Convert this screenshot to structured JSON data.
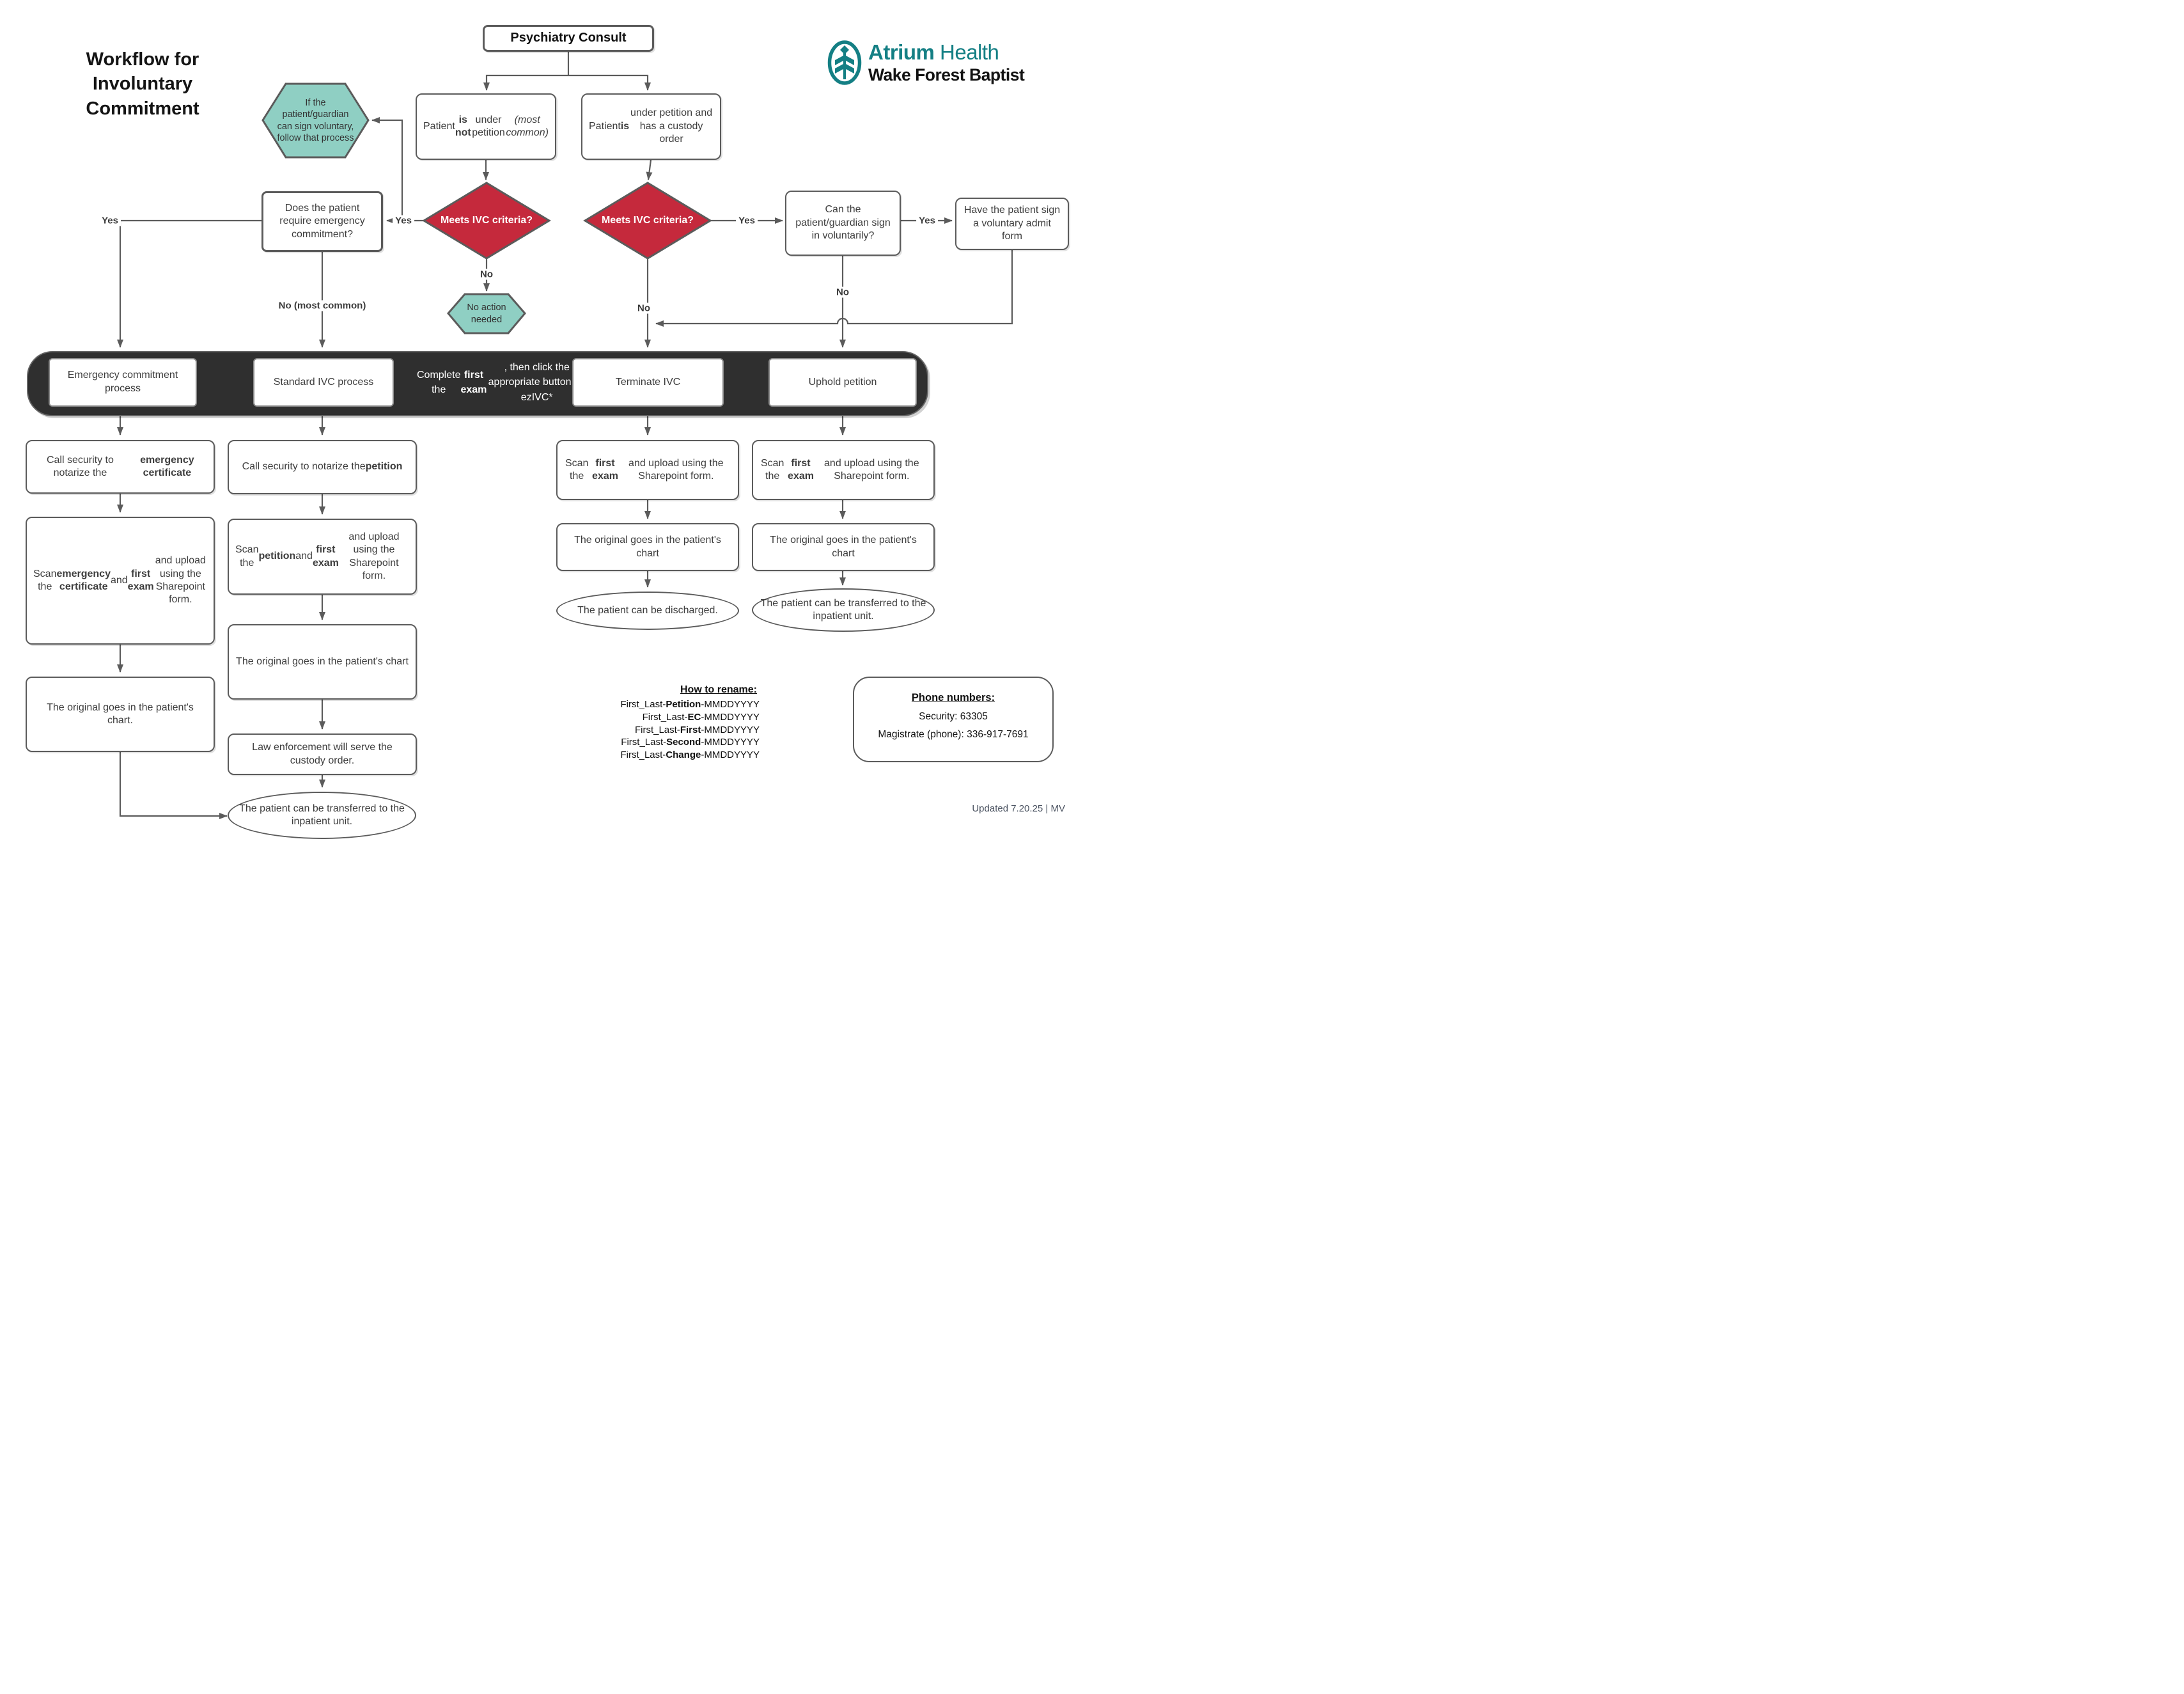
{
  "colors": {
    "red": "#C5293C",
    "teal_fill": "#8FCFC3",
    "band": "#2F2F2F",
    "line": "#5B5B5B",
    "brand_teal": "#147F84"
  },
  "header": {
    "title_lines": "Workflow for\nInvoluntary\nCommitment",
    "logo": {
      "brand_bold": "Atrium",
      "brand_light": "Health",
      "subbrand": "Wake Forest Baptist"
    }
  },
  "top": {
    "consult": "Psychiatry Consult",
    "not_under_rich": [
      {
        "t": "Patient "
      },
      {
        "t": "is not",
        "b": true
      },
      {
        "t": " under petition\n"
      },
      {
        "t": "(most common)",
        "i": true
      }
    ],
    "under_rich": [
      {
        "t": "Patient "
      },
      {
        "t": "is",
        "b": true
      },
      {
        "t": " under petition and has a custody order"
      }
    ]
  },
  "notes": {
    "hex_voluntary": "If the patient/guardian can sign voluntary, follow that process",
    "hex_no_action": "No action needed"
  },
  "decisions": {
    "meets_ivc_1": "Meets IVC criteria?",
    "meets_ivc_2": "Meets IVC criteria?",
    "require_ec": "Does the patient require emergency commitment?",
    "can_sign": "Can the patient/guardian sign in voluntarily?",
    "have_sign": "Have the patient sign a voluntary admit form"
  },
  "edge_labels": {
    "yes_left": "Yes",
    "yes_mid": "Yes",
    "yes_d2": "Yes",
    "yes_sign": "Yes",
    "no_d1": "No",
    "no_most": "No (most common)",
    "no_d2": "No",
    "no_sign": "No"
  },
  "band": {
    "emergency": "Emergency commitment process",
    "standard": "Standard IVC process",
    "complete_rich": [
      {
        "t": "Complete the "
      },
      {
        "t": "first exam",
        "b": true
      },
      {
        "t": ", then click the appropriate button on ezIVC*"
      }
    ],
    "terminate": "Terminate IVC",
    "uphold": "Uphold petition"
  },
  "col1": {
    "b1_rich": [
      {
        "t": "Call security to notarize the "
      },
      {
        "t": "emergency certificate",
        "b": true
      }
    ],
    "b2_rich": [
      {
        "t": "Scan the "
      },
      {
        "t": "emergency certificate",
        "b": true
      },
      {
        "t": " and "
      },
      {
        "t": "first exam",
        "b": true
      },
      {
        "t": " and upload using the Sharepoint form."
      }
    ],
    "b3": "The original goes in the patient's chart."
  },
  "col2": {
    "b1_rich": [
      {
        "t": "Call security to notarize the "
      },
      {
        "t": "petition",
        "b": true
      }
    ],
    "b2_rich": [
      {
        "t": "Scan the "
      },
      {
        "t": "petition",
        "b": true
      },
      {
        "t": " and "
      },
      {
        "t": "first exam",
        "b": true
      },
      {
        "t": " and upload using the Sharepoint form."
      }
    ],
    "b3": "The original goes in the patient's chart",
    "b4": "Law enforcement will serve the custody order.",
    "ellipse": "The patient can be transferred to the inpatient unit."
  },
  "col3": {
    "b1_rich": [
      {
        "t": "Scan the "
      },
      {
        "t": "first exam",
        "b": true
      },
      {
        "t": " and upload using the Sharepoint form."
      }
    ],
    "b2": "The original goes in the patient's chart",
    "ellipse": "The patient can be discharged."
  },
  "col4": {
    "b1_rich": [
      {
        "t": "Scan the "
      },
      {
        "t": "first exam",
        "b": true
      },
      {
        "t": " and upload using the Sharepoint form."
      }
    ],
    "b2": "The original goes in the patient's chart",
    "ellipse": "The patient can be transferred to the inpatient unit."
  },
  "rename": {
    "header": "How to rename:",
    "lines": [
      [
        {
          "t": "First_Last-"
        },
        {
          "t": "Petition",
          "b": true
        },
        {
          "t": "-MMDDYYYY"
        }
      ],
      [
        {
          "t": "First_Last-"
        },
        {
          "t": "EC",
          "b": true
        },
        {
          "t": "-MMDDYYYY"
        }
      ],
      [
        {
          "t": "First_Last-"
        },
        {
          "t": "First",
          "b": true
        },
        {
          "t": "-MMDDYYYY"
        }
      ],
      [
        {
          "t": "First_Last-"
        },
        {
          "t": "Second",
          "b": true
        },
        {
          "t": "-MMDDYYYY"
        }
      ],
      [
        {
          "t": "First_Last-"
        },
        {
          "t": "Change",
          "b": true
        },
        {
          "t": "-MMDDYYYY"
        }
      ]
    ]
  },
  "phone": {
    "header": "Phone numbers:",
    "security": "Security: 63305",
    "magistrate": "Magistrate (phone): 336-917-7691"
  },
  "footer": {
    "updated": "Updated 7.20.25 | MV"
  }
}
